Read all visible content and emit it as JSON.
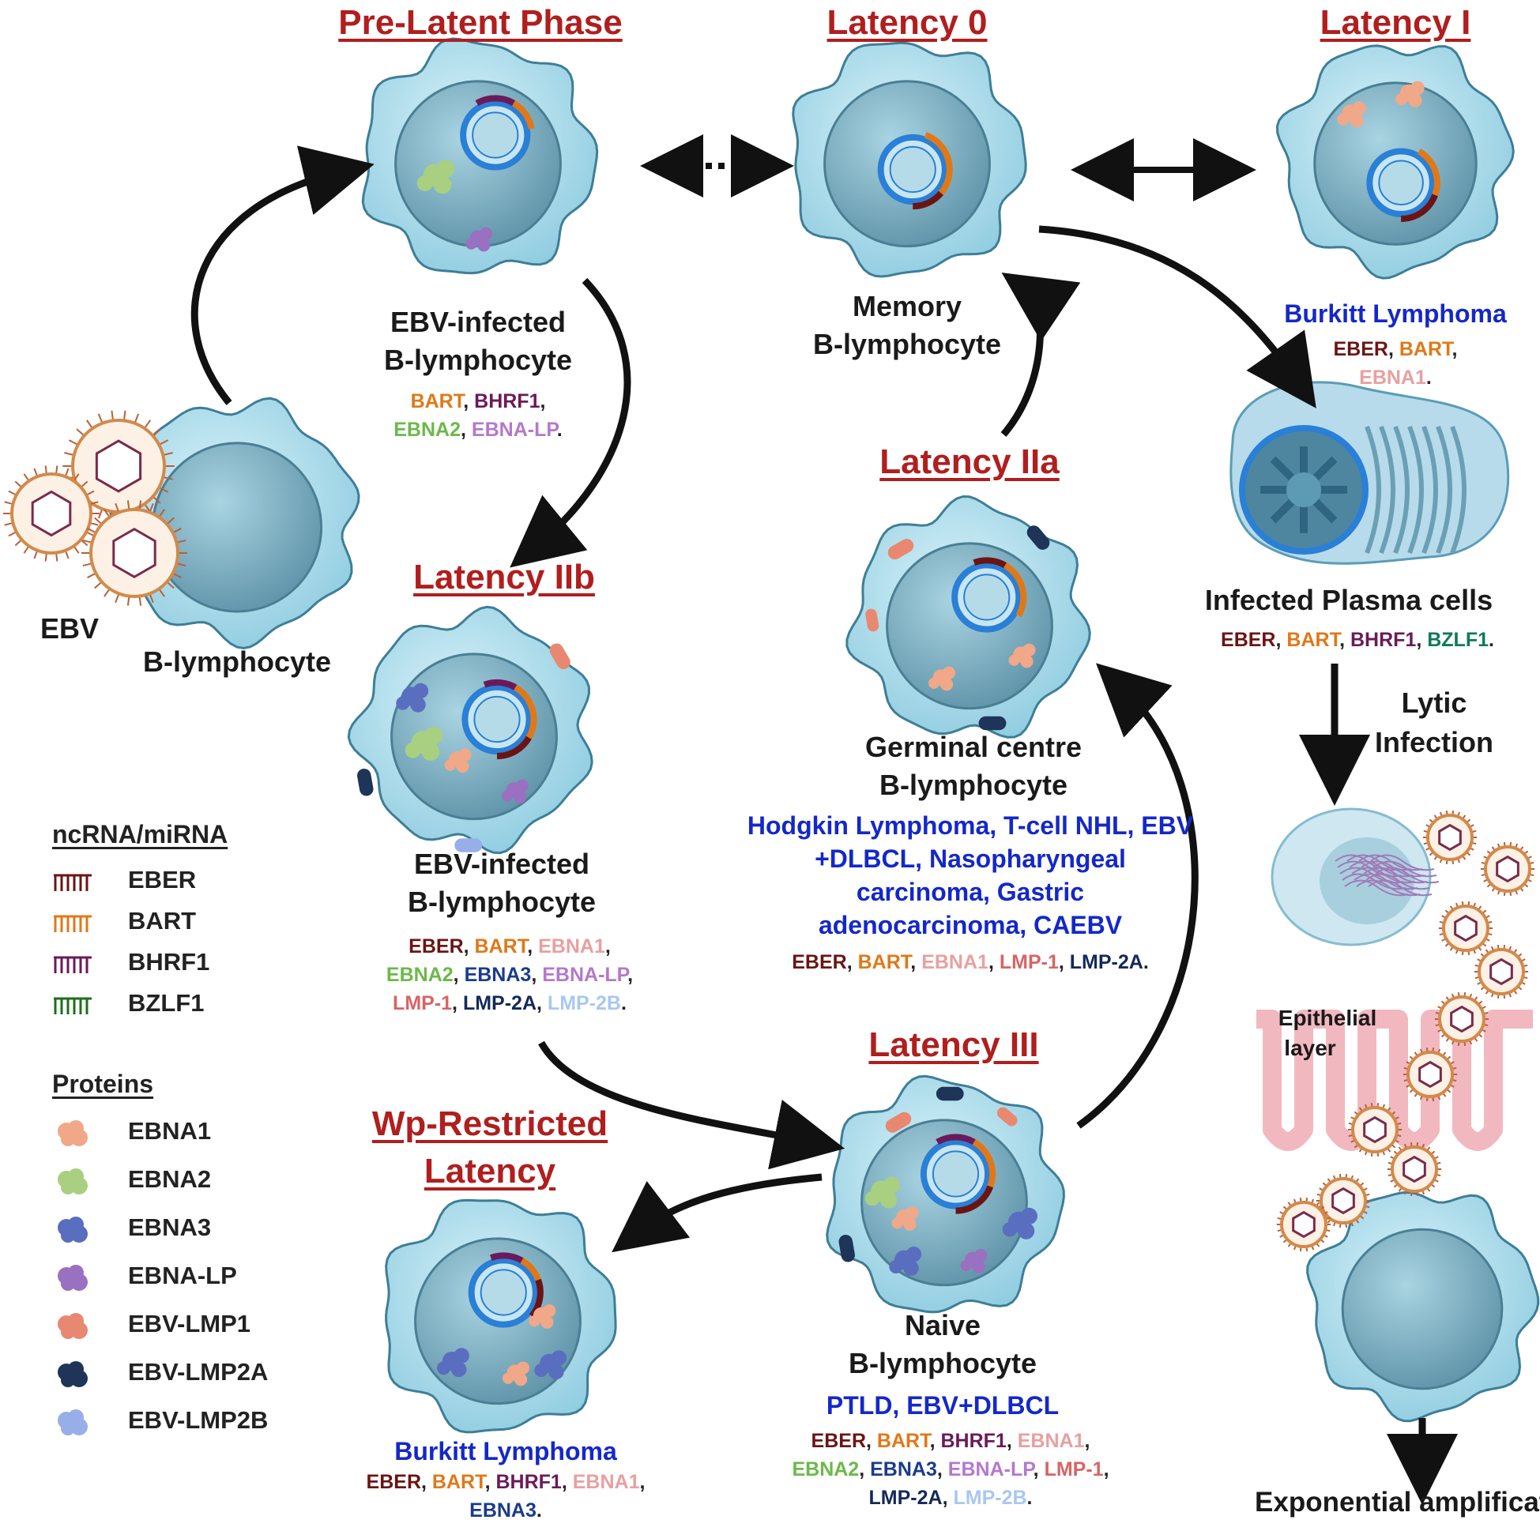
{
  "colors": {
    "EBER": "#6b1414",
    "BART": "#e07818",
    "BHRF1": "#6a1a5a",
    "EBNA1": "#e8a0a0",
    "EBNA2": "#6cb84a",
    "EBNA3": "#1a3b8c",
    "EBNA-LP": "#b478cc",
    "LMP-1": "#d86464",
    "LMP-2A": "#14285a",
    "LMP-2B": "#a8c8f0",
    "BZLF1": "#0f7a5a",
    "title": "#b01e1e",
    "disease": "#1428c8"
  },
  "titles": {
    "pre_latent": "Pre-Latent Phase",
    "latency0": "Latency 0",
    "latencyI": "Latency I",
    "latencyIIa": "Latency IIa",
    "latencyIIb": "Latency IIb",
    "latencyIII": "Latency III",
    "wp1": "Wp-Restricted",
    "wp2": "Latency"
  },
  "labels": {
    "ebv": "EBV",
    "blymph": "B-lymphocyte",
    "pre1": "EBV-infected",
    "pre2": "B-lymphocyte",
    "mem1": "Memory",
    "mem2": "B-lymphocyte",
    "plasma": "Infected Plasma cells",
    "lytic1": "Lytic",
    "lytic2": "Infection",
    "gc1": "Germinal centre",
    "gc2": "B-lymphocyte",
    "iib1": "EBV-infected",
    "iib2": "B-lymphocyte",
    "naive1": "Naive",
    "naive2": "B-lymphocyte",
    "epi1": "Epithelial",
    "epi2": "layer",
    "exp": "Exponential amplification"
  },
  "diseases": {
    "latI": "Burkitt Lymphoma",
    "gc1": "Hodgkin Lymphoma, T-cell NHL, EBV",
    "gc2": "+DLBCL, Nasopharyngeal",
    "gc3": "carcinoma, Gastric",
    "gc4": "adenocarcinoma, CAEBV",
    "naive": "PTLD, EBV+DLBCL",
    "wp": "Burkitt Lymphoma"
  },
  "genes": {
    "pre": [
      [
        {
          "t": "BART",
          "c": "BART"
        },
        {
          "t": ", "
        },
        {
          "t": "BHRF1",
          "c": "BHRF1"
        },
        {
          "t": ","
        }
      ],
      [
        {
          "t": "EBNA2",
          "c": "EBNA2"
        },
        {
          "t": ", "
        },
        {
          "t": "EBNA-LP",
          "c": "EBNA-LP"
        },
        {
          "t": "."
        }
      ]
    ],
    "latI": [
      [
        {
          "t": "EBER",
          "c": "EBER"
        },
        {
          "t": ", "
        },
        {
          "t": "BART",
          "c": "BART"
        },
        {
          "t": ","
        }
      ],
      [
        {
          "t": "EBNA1",
          "c": "EBNA1"
        },
        {
          "t": "."
        }
      ]
    ],
    "plasma": [
      [
        {
          "t": "EBER",
          "c": "EBER"
        },
        {
          "t": ", "
        },
        {
          "t": "BART",
          "c": "BART"
        },
        {
          "t": ", "
        },
        {
          "t": "BHRF1",
          "c": "BHRF1"
        },
        {
          "t": ", "
        },
        {
          "t": "BZLF1",
          "c": "BZLF1"
        },
        {
          "t": "."
        }
      ]
    ],
    "gc": [
      [
        {
          "t": "EBER",
          "c": "EBER"
        },
        {
          "t": ", "
        },
        {
          "t": "BART",
          "c": "BART"
        },
        {
          "t": ", "
        },
        {
          "t": "EBNA1",
          "c": "EBNA1"
        },
        {
          "t": ", "
        },
        {
          "t": "LMP-1",
          "c": "LMP-1"
        },
        {
          "t": ", "
        },
        {
          "t": "LMP-2A",
          "c": "LMP-2A"
        },
        {
          "t": "."
        }
      ]
    ],
    "iib": [
      [
        {
          "t": "EBER",
          "c": "EBER"
        },
        {
          "t": ", "
        },
        {
          "t": "BART",
          "c": "BART"
        },
        {
          "t": ", "
        },
        {
          "t": "EBNA1",
          "c": "EBNA1"
        },
        {
          "t": ","
        }
      ],
      [
        {
          "t": "EBNA2",
          "c": "EBNA2"
        },
        {
          "t": ", "
        },
        {
          "t": "EBNA3",
          "c": "EBNA3"
        },
        {
          "t": ", "
        },
        {
          "t": "EBNA-LP",
          "c": "EBNA-LP"
        },
        {
          "t": ","
        }
      ],
      [
        {
          "t": "LMP-1",
          "c": "LMP-1"
        },
        {
          "t": ", "
        },
        {
          "t": "LMP-2A",
          "c": "LMP-2A"
        },
        {
          "t": ", "
        },
        {
          "t": "LMP-2B",
          "c": "LMP-2B"
        },
        {
          "t": "."
        }
      ]
    ],
    "naive": [
      [
        {
          "t": "EBER",
          "c": "EBER"
        },
        {
          "t": ", "
        },
        {
          "t": "BART",
          "c": "BART"
        },
        {
          "t": ", "
        },
        {
          "t": "BHRF1",
          "c": "BHRF1"
        },
        {
          "t": ", "
        },
        {
          "t": "EBNA1",
          "c": "EBNA1"
        },
        {
          "t": ","
        }
      ],
      [
        {
          "t": "EBNA2",
          "c": "EBNA2"
        },
        {
          "t": ", "
        },
        {
          "t": "EBNA3",
          "c": "EBNA3"
        },
        {
          "t": ", "
        },
        {
          "t": "EBNA-LP",
          "c": "EBNA-LP"
        },
        {
          "t": ", "
        },
        {
          "t": "LMP-1",
          "c": "LMP-1"
        },
        {
          "t": ","
        }
      ],
      [
        {
          "t": "LMP-2A",
          "c": "LMP-2A"
        },
        {
          "t": ", "
        },
        {
          "t": "LMP-2B",
          "c": "LMP-2B"
        },
        {
          "t": "."
        }
      ]
    ],
    "wp": [
      [
        {
          "t": "EBER",
          "c": "EBER"
        },
        {
          "t": ", "
        },
        {
          "t": "BART",
          "c": "BART"
        },
        {
          "t": ", "
        },
        {
          "t": "BHRF1",
          "c": "BHRF1"
        },
        {
          "t": ", "
        },
        {
          "t": "EBNA1",
          "c": "EBNA1"
        },
        {
          "t": ","
        }
      ],
      [
        {
          "t": "EBNA3",
          "c": "EBNA3"
        },
        {
          "t": "."
        }
      ]
    ]
  },
  "legend": {
    "rna_heading": "ncRNA/miRNA",
    "rna": [
      {
        "label": "EBER",
        "color": "#6b1414"
      },
      {
        "label": "BART",
        "color": "#e07818"
      },
      {
        "label": "BHRF1",
        "color": "#6a1a5a"
      },
      {
        "label": "BZLF1",
        "color": "#1e6e1e"
      }
    ],
    "protein_heading": "Proteins",
    "proteins": [
      {
        "label": "EBNA1",
        "color": "#f0a888"
      },
      {
        "label": "EBNA2",
        "color": "#a8d080"
      },
      {
        "label": "EBNA3",
        "color": "#5a6ec0"
      },
      {
        "label": "EBNA-LP",
        "color": "#9a70c0"
      },
      {
        "label": "EBV-LMP1",
        "color": "#e88870"
      },
      {
        "label": "EBV-LMP2A",
        "color": "#1e3458"
      },
      {
        "label": "EBV-LMP2B",
        "color": "#98aee8"
      }
    ]
  }
}
